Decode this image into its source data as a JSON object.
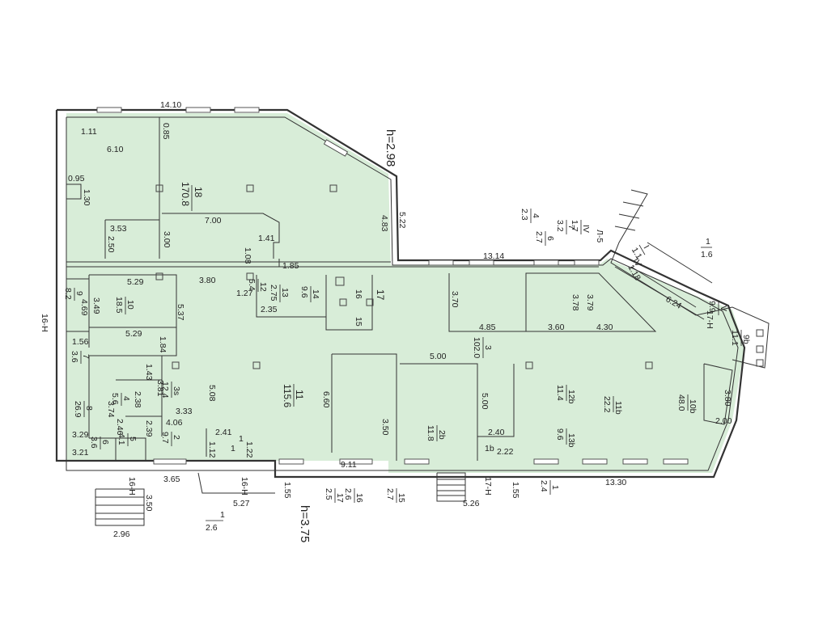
{
  "heights": {
    "top": "h=2.98",
    "bottom": "h=3.75"
  },
  "dimensions": {
    "d1410": "14.10",
    "d085": "0.85",
    "d111": "1.11",
    "d610": "6.10",
    "d095": "0.95",
    "d130": "1.30",
    "d353": "3.53",
    "d250": "2.50",
    "d300": "3.00",
    "d700": "7.00",
    "d141": "1.41",
    "d108": "1.08",
    "d185": "1.85",
    "d483": "4.83",
    "d522": "5.22",
    "d1314": "13.14",
    "d529a": "5.29",
    "d380": "3.80",
    "d349": "3.49",
    "d469": "4.69",
    "d537": "5.37",
    "d529b": "5.29",
    "d156": "1.56",
    "d184": "1.84",
    "d127": "1.27",
    "d235": "2.35",
    "d370": "3.70",
    "d485": "4.85",
    "d378": "3.78",
    "d379": "3.79",
    "d360": "3.60",
    "d430": "4.30",
    "d624": "6.24",
    "d118": "1.18",
    "d143": "1.43",
    "d381": "3.81",
    "d238": "2.38",
    "d374": "3.74",
    "d333": "3.33",
    "d508": "5.08",
    "d660": "6.60",
    "d350a": "3.50",
    "d500a": "5.00",
    "d500b": "5.00",
    "d406": "4.06",
    "d246": "2.46",
    "d239": "2.39",
    "d329": "3.29",
    "d321": "3.21",
    "d241": "2.41",
    "d112": "1.12",
    "d122": "1.22",
    "d240": "2.40",
    "d222": "2.22",
    "d380b": "3.80",
    "d200": "2.00",
    "d365": "3.65",
    "d350b": "3.50",
    "d296": "2.96",
    "d527": "5.27",
    "d155a": "1.55",
    "d911": "9.11",
    "d526": "5.26",
    "d155b": "1.55",
    "d1330": "13.30"
  },
  "rooms": [
    {
      "id": "18",
      "area": "170.8"
    },
    {
      "id": "10",
      "area": "18.5"
    },
    {
      "id": "9",
      "area": "8.2"
    },
    {
      "id": "7",
      "area": "3.6"
    },
    {
      "id": "12",
      "area": "5.4"
    },
    {
      "id": "13",
      "area": "2.75"
    },
    {
      "id": "14",
      "area": "9.6"
    },
    {
      "id": "16",
      "area": ""
    },
    {
      "id": "15",
      "area": ""
    },
    {
      "id": "17",
      "area": ""
    },
    {
      "id": "3",
      "area": "102.0"
    },
    {
      "id": "3s",
      "area": "12.4"
    },
    {
      "id": "4",
      "area": "5.6"
    },
    {
      "id": "11",
      "area": "115.6"
    },
    {
      "id": "8",
      "area": "26.9"
    },
    {
      "id": "6",
      "area": "3.6"
    },
    {
      "id": "5",
      "area": "4.1"
    },
    {
      "id": "2",
      "area": "9.7"
    },
    {
      "id": "1",
      "area": ""
    },
    {
      "id": "2b",
      "area": "11.8"
    },
    {
      "id": "12b",
      "area": "11.4"
    },
    {
      "id": "11b",
      "area": "22.2"
    },
    {
      "id": "13b",
      "area": "9.6"
    },
    {
      "id": "1b",
      "area": ""
    },
    {
      "id": "10b",
      "area": "48.0"
    },
    {
      "id": "9b",
      "area": "11.1"
    },
    {
      "id": "Vb",
      "area": "9.9"
    }
  ],
  "legend": {
    "c1": {
      "top": "7",
      "bottom": "3.2"
    },
    "c2": {
      "top": "IV",
      "bottom": "1.7"
    },
    "c3": {
      "top": "4",
      "bottom": "2.3"
    },
    "c4": {
      "top": "6",
      "bottom": "2.7"
    },
    "b1": {
      "top": "16",
      "bottom": "2.6"
    },
    "b2": {
      "top": "17",
      "bottom": "2.5"
    },
    "b3": {
      "top": "15",
      "bottom": "2.7"
    },
    "stairTop": {
      "top": "1",
      "bottom": "1.6"
    },
    "stairBottomRight": {
      "top": "1",
      "bottom": "2.4"
    },
    "stairBottomLeft": {
      "top": "1",
      "bottom": "2.6"
    },
    "stairI": {
      "top": "I",
      "bottom": "1.1"
    },
    "stairIV": "IV",
    "stairV": "V"
  },
  "labels": {
    "ls": "Л-5",
    "h16a": "16-Н",
    "h16b": "16-Н",
    "h16c": "16-Н",
    "h17a": "17-Н",
    "h17b": "17-Н",
    "r1": "1"
  }
}
